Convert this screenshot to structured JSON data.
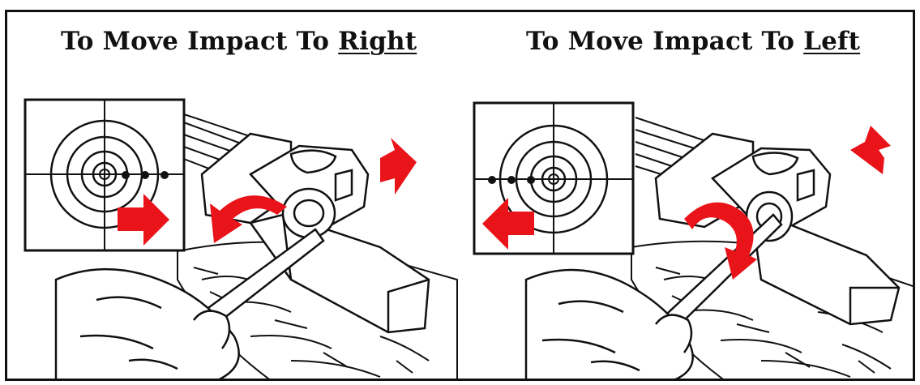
{
  "panels": [
    {
      "title_prefix": "To Move Impact To ",
      "title_emphasis": "Right",
      "impact_direction": "right",
      "arrow_color": "#e8141a"
    },
    {
      "title_prefix": "To Move Impact To ",
      "title_emphasis": "Left",
      "impact_direction": "left",
      "arrow_color": "#e8141a"
    }
  ],
  "colors": {
    "ink": "#111111",
    "arrow": "#e8141a",
    "background": "#ffffff"
  }
}
